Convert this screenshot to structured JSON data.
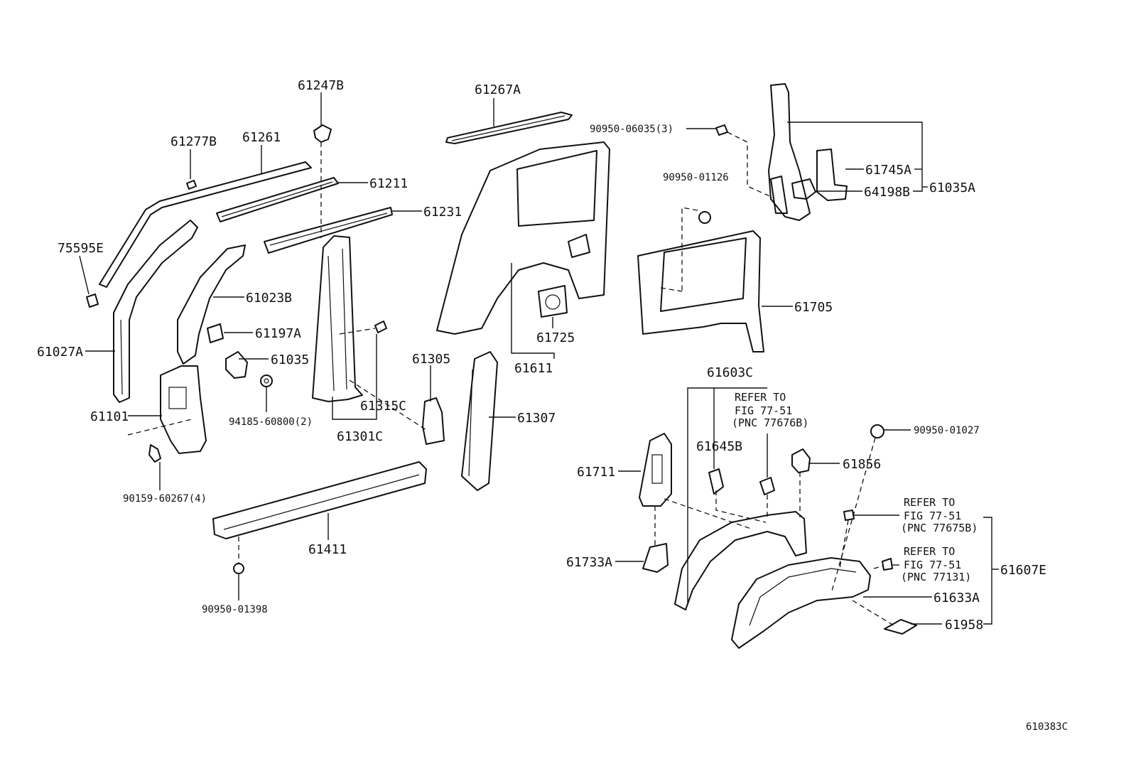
{
  "diagram_id": "610383C",
  "labels": {
    "l_61247B": "61247B",
    "l_61267A": "61267A",
    "l_61277B": "61277B",
    "l_61261": "61261",
    "l_61211": "61211",
    "l_61231": "61231",
    "l_75595E": "75595E",
    "l_61023B": "61023B",
    "l_61197A": "61197A",
    "l_61035": "61035",
    "l_61027A": "61027A",
    "l_61101": "61101",
    "l_94185": "94185-60800(2)",
    "l_90159": "90159-60267(4)",
    "l_61315C": "61315C",
    "l_61301C": "61301C",
    "l_61305": "61305",
    "l_61307": "61307",
    "l_61411": "61411",
    "l_90950_01398": "90950-01398",
    "l_61611": "61611",
    "l_61725": "61725",
    "l_90950_06035": "90950-06035(3)",
    "l_90950_01126": "90950-01126",
    "l_61745A": "61745A",
    "l_61035A": "61035A",
    "l_64198B": "64198B",
    "l_61705": "61705",
    "l_61603C": "61603C",
    "l_61645B": "61645B",
    "l_61711": "61711",
    "l_61733A": "61733A",
    "l_61856": "61856",
    "l_90950_01027": "90950-01027",
    "l_61633A": "61633A",
    "l_61958": "61958",
    "l_61607E": "61607E"
  },
  "refs": {
    "ref1": [
      "REFER TO",
      "FIG 77-51",
      "(PNC 77676B)"
    ],
    "ref2": [
      "REFER TO",
      "FIG 77-51",
      "(PNC 77675B)"
    ],
    "ref3": [
      "REFER TO",
      "FIG 77-51",
      "(PNC 77131)"
    ]
  }
}
